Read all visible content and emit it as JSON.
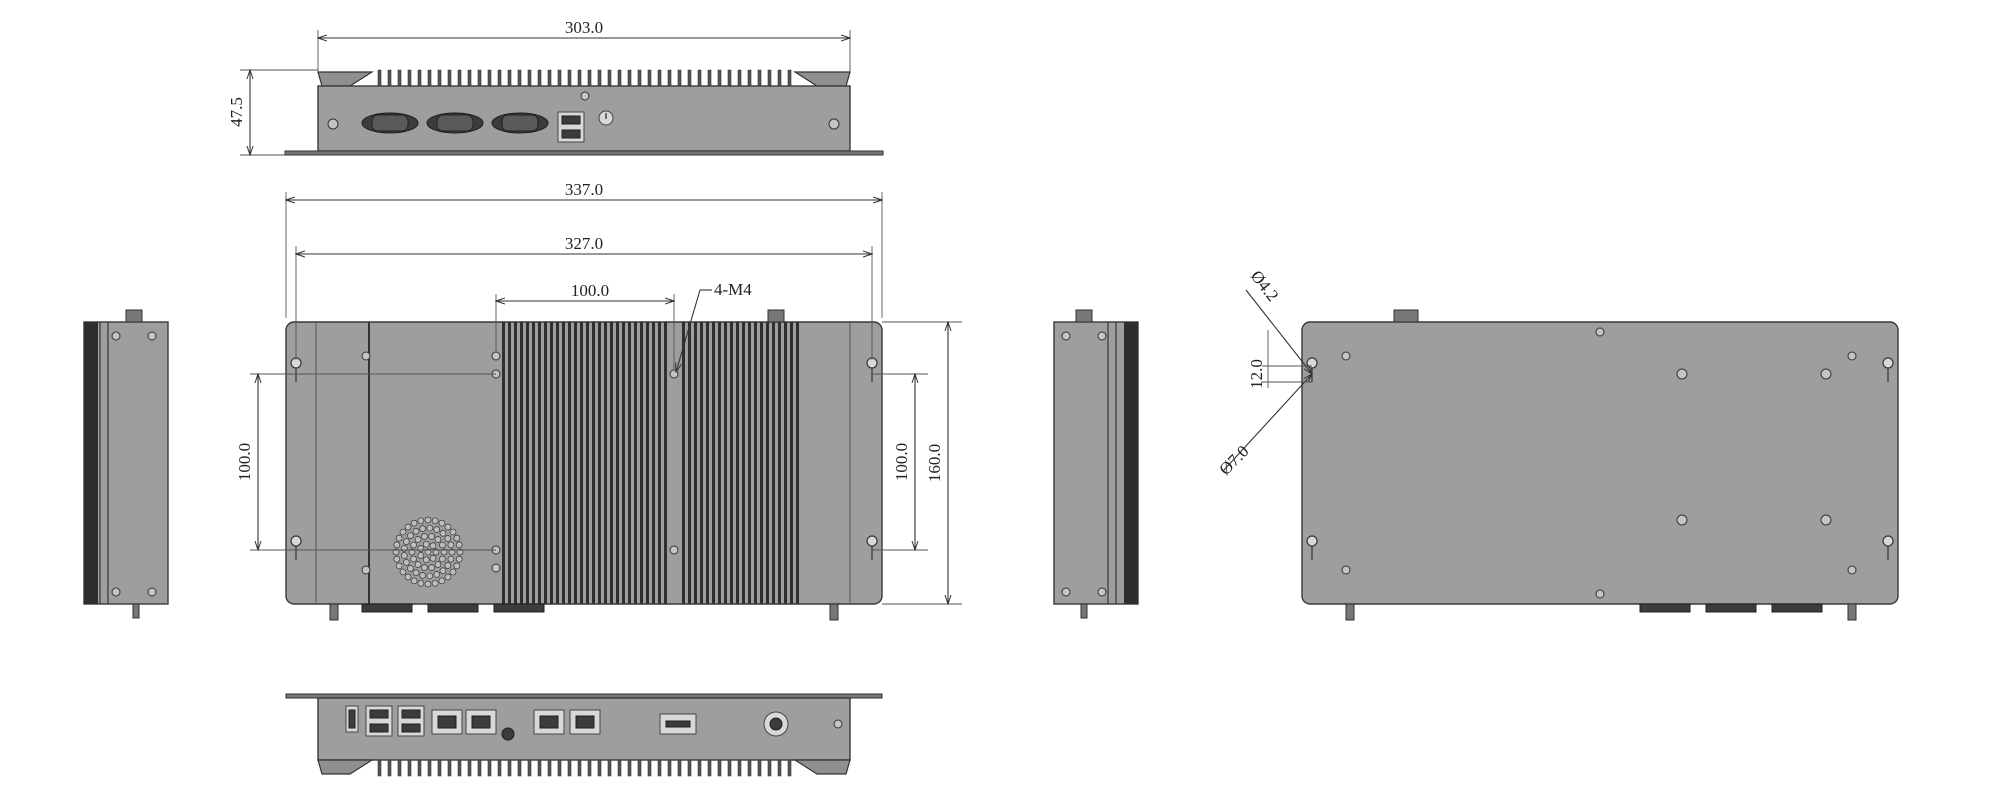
{
  "drawing": {
    "dimensions": {
      "top_width": "303.0",
      "top_height": "47.5",
      "overall_width": "337.0",
      "mount_width": "327.0",
      "screw_spacing": "100.0",
      "screw_label": "4-M4",
      "left_vertical": "100.0",
      "right_vertical": "100.0",
      "overall_height": "160.0",
      "hole_small": "Ø4.2",
      "hole_spacing": "12.0",
      "hole_large": "Ø7.0"
    }
  }
}
